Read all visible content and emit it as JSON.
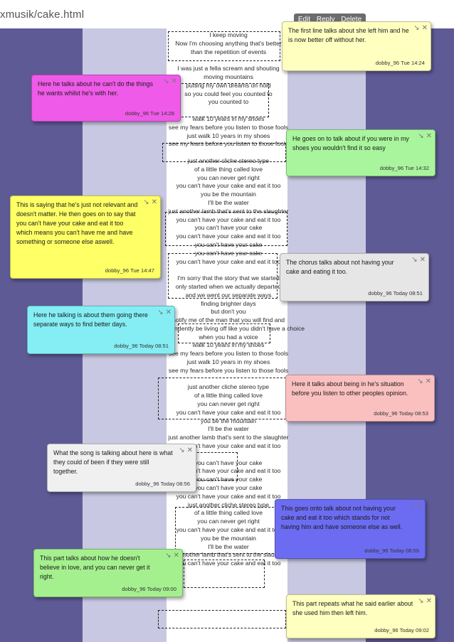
{
  "browser": {
    "url_text": "xmusik/cake.html"
  },
  "toolbar": {
    "edit": "Edit",
    "reply": "Reply",
    "delete": "Delete"
  },
  "lyrics": [
    "I keep moving",
    "Now I'm choosing anything that's better",
    "than the repetition of events",
    "",
    "I was just a fella scream and shouting",
    "moving mountains",
    "putting my own dreams on hold",
    "so you could feel you counted to",
    "you counted to",
    "",
    "walk 10 years in my shoes",
    "see my fears before you listen to those fools",
    "just walk 10 years in my shoes",
    "see my fears before you listen to those fools",
    "",
    "just another cliche stereo type",
    "of a little thing called love",
    "you can never get right",
    "you can't have your cake and eat it too",
    "you be the mountain",
    "I'll be the water",
    "just another lamb that's sent to the slaughter",
    "you can't have your cake and eat it too",
    "you can't have your cake",
    "you can't have your cake and eat it too",
    "you can't have your cake",
    "you can't have your cake",
    "you can't have your cake and eat it too",
    "",
    "I'm sorry that the story that we started",
    "only started when we actually departed",
    "and we went our separate ways",
    "finding brighter days",
    "but don't you",
    "notify me of the man that you will find and",
    "co-dependently be living off like you didn't have a choice",
    "when you had a voice",
    "walk 10 years in my shoes",
    "see my fears before you listen to those fools",
    "just walk 10 years in my shoes",
    "see my fears before you listen to those fools",
    "",
    "just another cliche stereo type",
    "of a little thing called love",
    "you can never get right",
    "you can't have your cake and eat it too",
    "you be the mountain",
    "I'll be the water",
    "just another lamb that's sent to the slaughter",
    "you can't have your cake and eat it too",
    "",
    "you can't have your cake",
    "you can't have your cake and eat it too",
    "you can't have your cake",
    "you can't have your cake",
    "you can't have your cake and eat it too",
    "just another cliche stereo type",
    "of a little thing called love",
    "you can never get right",
    "you can't have your cake and eat it too",
    "you be the mountain",
    "I'll be the water",
    "just another lamb that's sent to the slaughter",
    "you can't have your cake and eat it too"
  ],
  "notes": [
    {
      "text": "The first line talks about she left him and he is now better off without her.",
      "meta": "dobby_96 Tue 14:24",
      "color": "#ffffc0"
    },
    {
      "text": "Here he talks about he can't do the things he wants whilst he's with her.",
      "meta": "dobby_96 Tue 14:28",
      "color": "#ef5ae8"
    },
    {
      "text": "He goes on to talk about if you were in my shoes you wouldn't find it so easy",
      "meta": "dobby_96 Tue 14:32",
      "color": "#a9f59d"
    },
    {
      "text": "This is saying that he's just not relevant and doesn't matter. He then goes on to say that you can't have your cake and eat it too which means you can't have  me and have something or someone else aswell.",
      "meta": "dobby_96 Tue 14:47",
      "color": "#ffff66"
    },
    {
      "text": "The chorus talks about not having your cake and eating it too.",
      "meta": "dobby_96 Today 08:51",
      "color": "#e6e6e6"
    },
    {
      "text": "Here he talking is about them going there separate ways to find better days.",
      "meta": "dobby_96 Today 08:51",
      "color": "#84eef4"
    },
    {
      "text": "Here it talks about being in he's situation before you listen to other peoples opinion.",
      "meta": "dobby_96 Today 08:53",
      "color": "#fac0c0"
    },
    {
      "text": "What the song is talking about here is what they could of been if they were still together.",
      "meta": "dobby_96 Today 08:56",
      "color": "#f0f0f0"
    },
    {
      "text": "This goes onto talk about not having your cake and eat it too which stands for not having him and have someone else as well.",
      "meta": "dobby_96 Today 08:59",
      "color": "#6c6cf2"
    },
    {
      "text": "This part talks about how he doesn't believe in love, and you can never get it right.",
      "meta": "dobby_96 Today 09:00",
      "color": "#a4f08e"
    },
    {
      "text": "This part repeats what he said earlier about she used him then left him.",
      "meta": "dobby_96 Today 09:02",
      "color": "#ffffc0"
    }
  ]
}
